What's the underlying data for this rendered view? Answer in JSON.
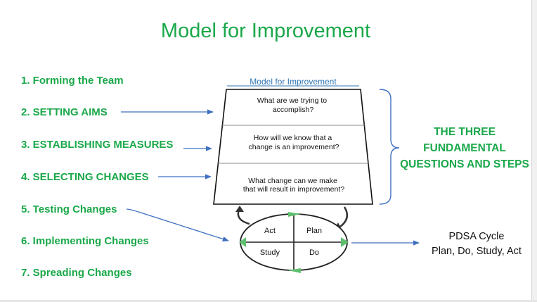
{
  "title": "Model for Improvement",
  "steps": [
    "1. Forming the Team",
    "2. SETTING AIMS",
    "3. ESTABLISHING MEASURES",
    "4. SELECTING CHANGES",
    "5. Testing Changes",
    "6. Implementing Changes",
    "7. Spreading Changes"
  ],
  "model": {
    "header": "Model for Improvement",
    "questions": [
      [
        "What are we trying to",
        "accomplish?"
      ],
      [
        "How will we know that a",
        "change is an improvement?"
      ],
      [
        "What change can we make",
        "that will result in improvement?"
      ]
    ]
  },
  "pdsa_quadrants": {
    "act": "Act",
    "plan": "Plan",
    "study": "Study",
    "do": "Do"
  },
  "three_questions": [
    "THE THREE",
    "FUNDAMENTAL",
    "QUESTIONS AND STEPS"
  ],
  "pdsa_caption": [
    "PDSA Cycle",
    "Plan, Do, Study, Act"
  ],
  "colors": {
    "green": "#1aa84a",
    "blue": "#3f6fc0",
    "header_blue": "#2e74b5",
    "arrow_green": "#5fbf6e"
  }
}
